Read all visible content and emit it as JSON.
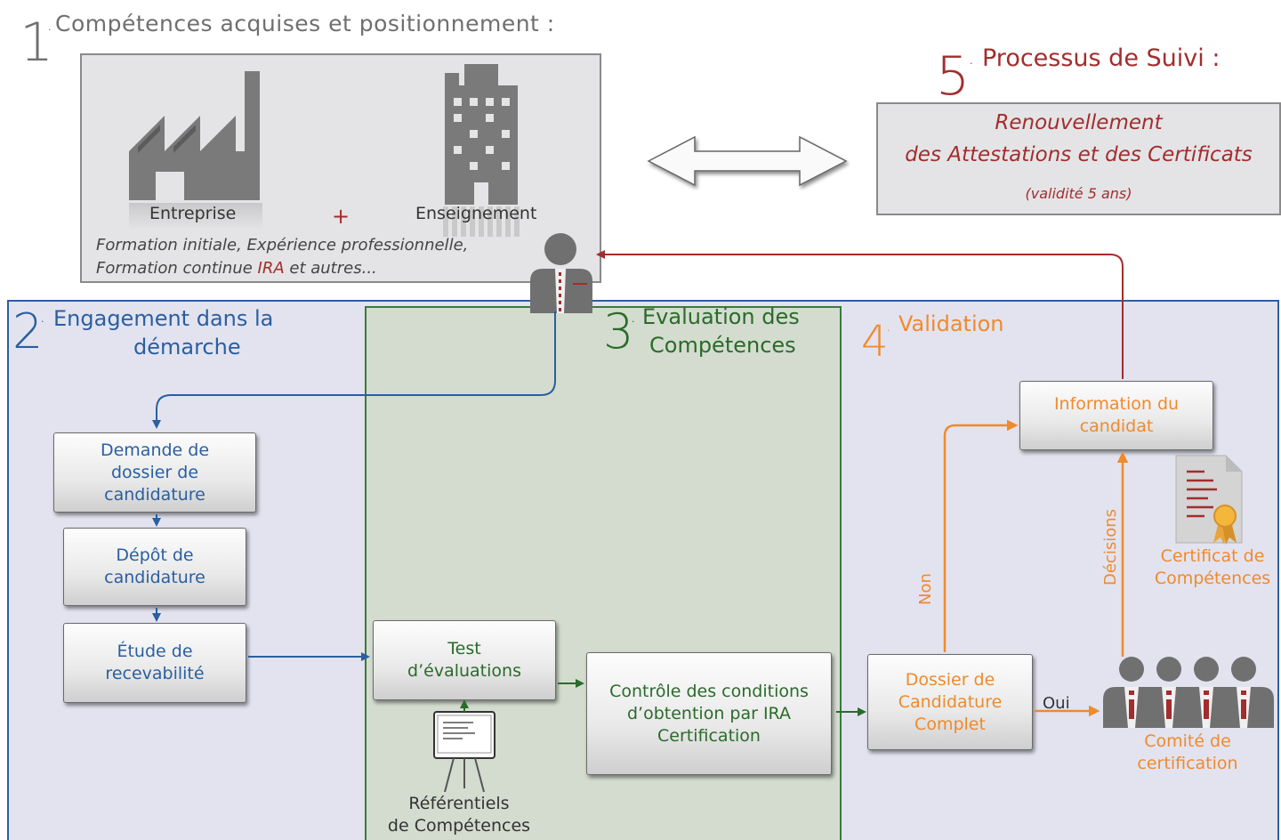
{
  "section1": {
    "number": "1",
    "dot": ".",
    "title": "Compétences acquises et positionnement :",
    "entreprise_label": "Entreprise",
    "plus_sign": "+",
    "enseignement_label": "Enseignement",
    "line1": "Formation initiale, Expérience professionnelle,",
    "line2_a": "Formation continue ",
    "line2_ira": "IRA",
    "line2_b": " et autres..."
  },
  "section5": {
    "number": "5",
    "dot": ".",
    "title": "Processus de Suivi :",
    "line1": "Renouvellement",
    "line2": "des Attestations et des Certificats",
    "line3": "(validité 5 ans)"
  },
  "section2": {
    "number": "2",
    "dot": ".",
    "title_line1": "Engagement dans la",
    "title_line2": "démarche",
    "box1": "Demande de dossier de candidature",
    "box2": "Dépôt de candidature",
    "box3": "Étude de recevabilité"
  },
  "section3": {
    "number": "3",
    "dot": ".",
    "title_line1": "Evaluation des",
    "title_line2": "Compétences",
    "test_box": "Test d’évaluations",
    "controle_box": "Contrôle des conditions d’obtention par IRA Certification",
    "ref_line1": "Référentiels",
    "ref_line2": "de Compétences"
  },
  "section4": {
    "number": "4",
    "dot": ".",
    "title": "Validation",
    "info_box": "Information du candidat",
    "dossier_box": "Dossier de Candidature Complet",
    "non_label": "Non",
    "oui_label": "Oui",
    "decisions_label": "Décisions",
    "certificat_line1": "Certificat de",
    "certificat_line2": "Compétences",
    "comite_line1": "Comité de",
    "comite_line2": "certification"
  },
  "colors": {
    "blue": "#2a5fa0",
    "green": "#2a6b2a",
    "orange": "#f08a2b",
    "red": "#a32d2d",
    "gray_icon": "#707070"
  }
}
